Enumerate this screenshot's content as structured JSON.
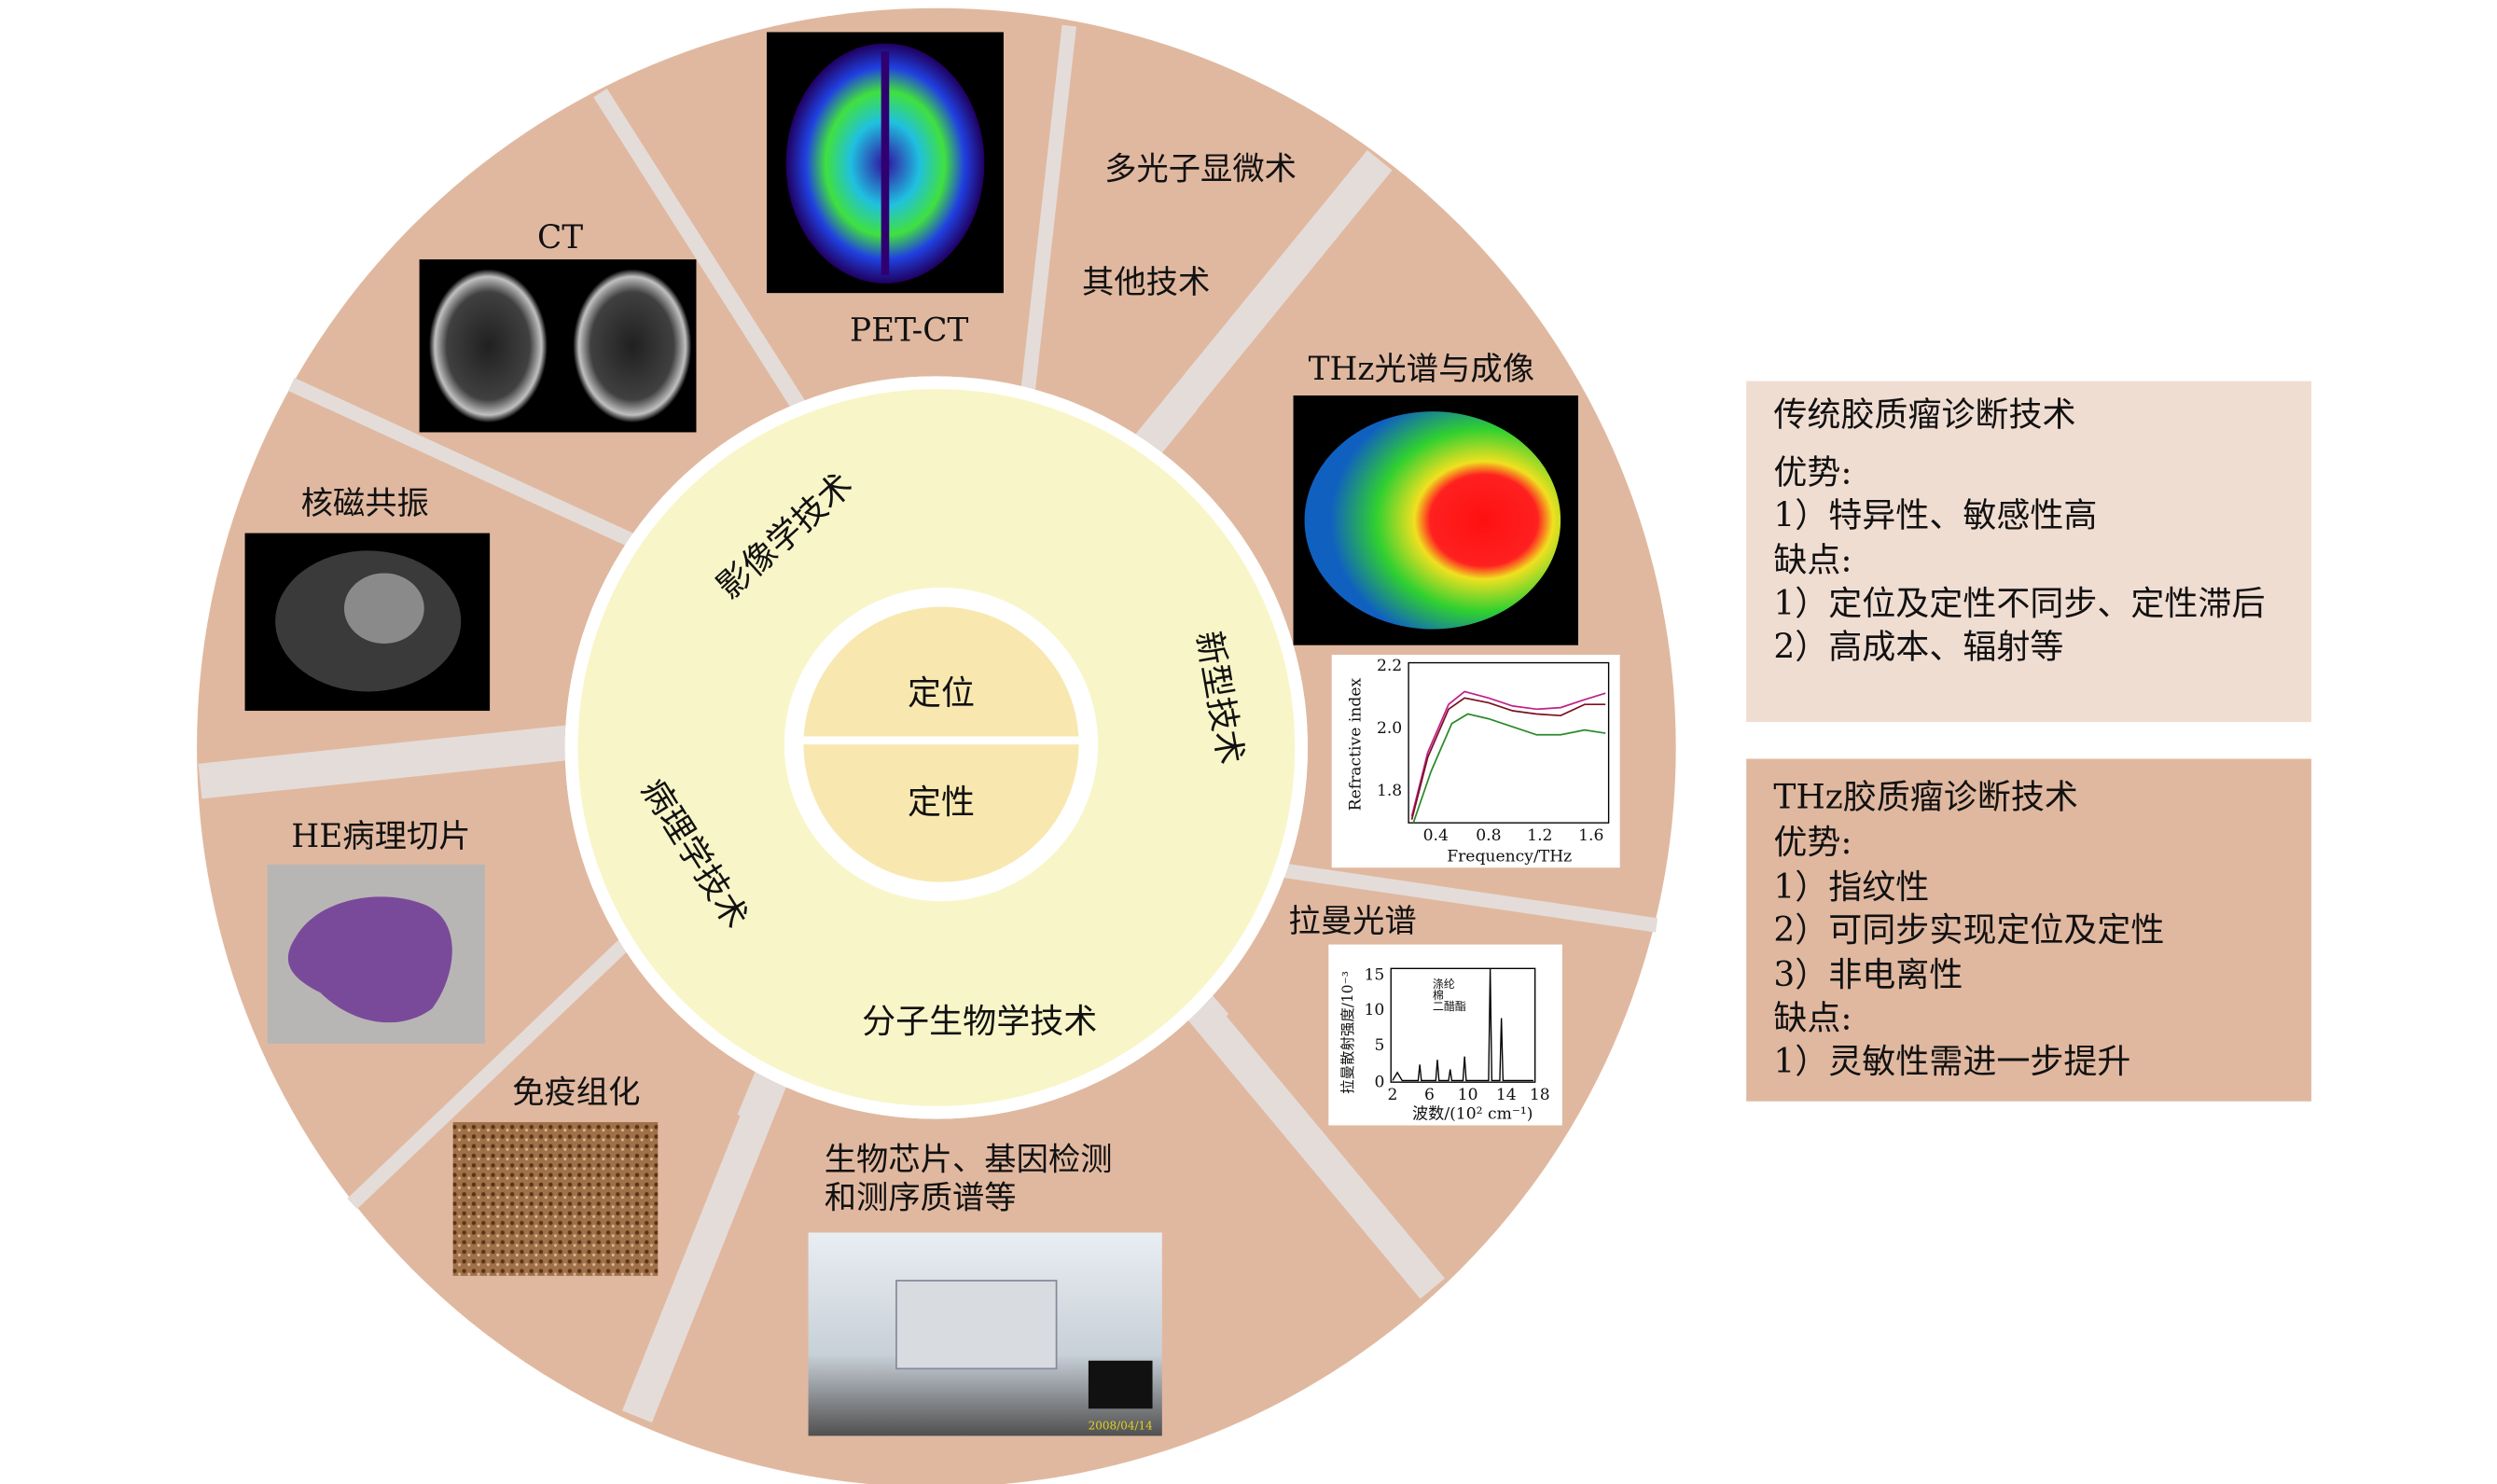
{
  "center": {
    "top": "定位",
    "bottom": "定性"
  },
  "categories": {
    "imaging": "影像学技术",
    "novel": "新型技术",
    "pathology": "病理学技术",
    "molecular": "分子生物学技术"
  },
  "items": {
    "ct": "CT",
    "pet_ct": "PET-CT",
    "multiphoton": "多光子显微术",
    "other": "其他技术",
    "thz": "THz光谱与成像",
    "mri": "核磁共振",
    "he": "HE病理切片",
    "ihc": "免疫组化",
    "raman": "拉曼光谱",
    "molecular_line1": "生物芯片、基因检测",
    "molecular_line2": "和测序质谱等",
    "photo_date": "2008/04/14"
  },
  "refractive_chart": {
    "ylabel": "Refractive index",
    "xlabel": "Frequency/THz",
    "yticks": [
      "2.2",
      "2.0",
      "1.8"
    ],
    "xticks": [
      "0.4",
      "0.8",
      "1.2",
      "1.6"
    ],
    "series_colors": [
      "#c0208a",
      "#7a1020",
      "#2a8a2a"
    ]
  },
  "raman_chart": {
    "ylabel": "拉曼散射强度/10⁻³",
    "xlabel": "波数/(10² cm⁻¹)",
    "yticks": [
      "15",
      "10",
      "5",
      "0"
    ],
    "xticks": [
      "2",
      "6",
      "10",
      "14",
      "18"
    ],
    "legend": [
      "涤纶",
      "棉",
      "二醋酯"
    ]
  },
  "traditional_box": {
    "title": "传统胶质瘤诊断技术",
    "adv_label": "优势:",
    "adv": [
      "1）特异性、敏感性高"
    ],
    "dis_label": "缺点:",
    "dis": [
      "1）定位及定性不同步、定性滞后",
      "2）高成本、辐射等"
    ]
  },
  "thz_box": {
    "title": "THz胶质瘤诊断技术",
    "adv_label": "优势:",
    "adv": [
      "1）指纹性",
      "2）可同步实现定位及定性",
      "3）非电离性"
    ],
    "dis_label": "缺点:",
    "dis": [
      "1）灵敏性需进一步提升"
    ]
  },
  "colors": {
    "outer": "#e0b8a0",
    "middle": "#f8f6c8",
    "inner": "#f8e8b0",
    "divider": "#e4dcd8",
    "box1": "#f0ddd2",
    "box2": "#e0b8a0"
  }
}
